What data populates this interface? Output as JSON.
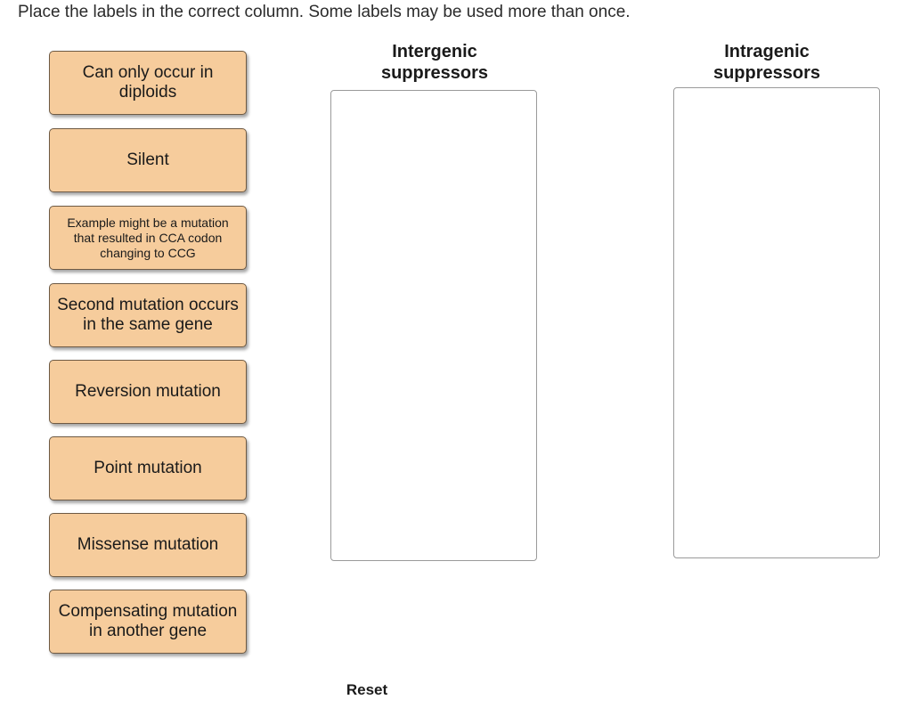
{
  "instructions": "Place the labels in the correct column.  Some labels may be used more than once.",
  "labels": [
    {
      "text": "Can only occur in diploids"
    },
    {
      "text": "Silent"
    },
    {
      "text": "Example might be a mutation that resulted in CCA codon changing to CCG"
    },
    {
      "text": "Second mutation occurs in the same gene"
    },
    {
      "text": "Reversion mutation"
    },
    {
      "text": "Point mutation"
    },
    {
      "text": "Missense mutation"
    },
    {
      "text": "Compensating mutation in another gene"
    }
  ],
  "columns": [
    {
      "header_line1": "Intergenic",
      "header_line2": "suppressors"
    },
    {
      "header_line1": "Intragenic",
      "header_line2": "suppressors"
    }
  ],
  "reset_label": "Reset",
  "colors": {
    "label_fill": "#f6cc9c",
    "label_border": "#6e5a44",
    "zone_border": "#9a9a9a"
  }
}
